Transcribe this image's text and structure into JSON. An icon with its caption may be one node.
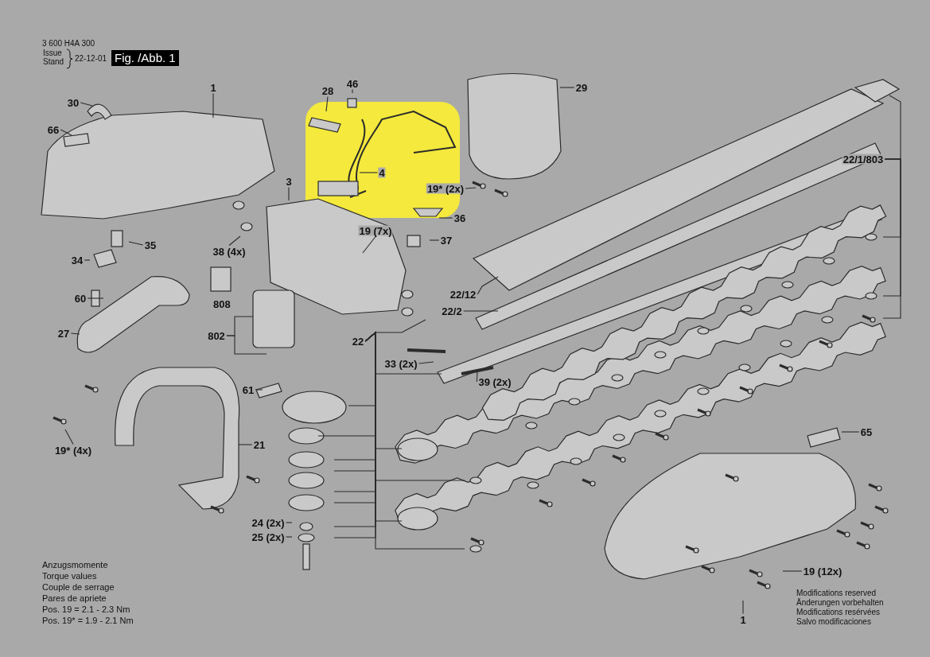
{
  "diagram": {
    "nodes": [
      {
        "text": [
          "30"
        ]
      },
      {
        "text": [
          "66"
        ]
      },
      {
        "text": [
          "1"
        ]
      },
      {
        "text": [
          "28"
        ]
      },
      {
        "text": [
          "46"
        ]
      },
      {
        "text": [
          "4"
        ]
      },
      {
        "text": [
          "29"
        ]
      },
      {
        "text": [
          "3"
        ]
      },
      {
        "text": [
          "19* (2x)"
        ]
      },
      {
        "text": [
          "36"
        ]
      },
      {
        "text": [
          "37"
        ]
      },
      {
        "text": [
          "22/1/803"
        ]
      },
      {
        "text": [
          "35"
        ]
      },
      {
        "text": [
          "38 (4x)"
        ]
      },
      {
        "text": [
          "19 (7x)"
        ]
      },
      {
        "text": [
          "34"
        ]
      },
      {
        "text": [
          "60"
        ]
      },
      {
        "text": [
          "802"
        ]
      },
      {
        "text": [
          "27"
        ]
      },
      {
        "text": [
          "22/12"
        ]
      },
      {
        "text": [
          "22/2"
        ]
      },
      {
        "text": [
          "22"
        ]
      },
      {
        "text": [
          "33 (2x)"
        ]
      },
      {
        "text": [
          "39 (2x)"
        ]
      },
      {
        "text": [
          "61"
        ]
      },
      {
        "text": [
          "21"
        ]
      },
      {
        "text": [
          "19* (4x)"
        ]
      },
      {
        "text": [
          "65"
        ]
      },
      {
        "text": [
          "24 (2x)"
        ]
      },
      {
        "text": [
          "25 (2x)"
        ]
      },
      {
        "text": [
          "19 (12x)"
        ]
      },
      {
        "text": [
          "1"
        ]
      }
    ],
    "edges": [
      {
        "from": 0,
        "to": null,
        "arrow": "none"
      },
      {
        "from": 1,
        "to": null,
        "arrow": "none"
      },
      {
        "from": 2,
        "to": null,
        "arrow": "none"
      },
      {
        "from": 3,
        "to": null,
        "arrow": "none"
      },
      {
        "from": 4,
        "to": null,
        "arrow": "none"
      },
      {
        "from": 5,
        "to": null,
        "arrow": "none"
      },
      {
        "from": 6,
        "to": null,
        "arrow": "none"
      },
      {
        "from": 7,
        "to": null,
        "arrow": "none"
      },
      {
        "from": 8,
        "to": null,
        "arrow": "none"
      },
      {
        "from": 9,
        "to": null,
        "arrow": "none"
      },
      {
        "from": 10,
        "to": null,
        "arrow": "none"
      },
      {
        "from": 11,
        "to": null,
        "arrow": "none"
      },
      {
        "from": 11,
        "to": null,
        "arrow": "none"
      },
      {
        "from": 11,
        "to": null,
        "arrow": "none"
      },
      {
        "from": 11,
        "to": null,
        "arrow": "none"
      },
      {
        "from": 12,
        "to": null,
        "arrow": "none"
      },
      {
        "from": 13,
        "to": null,
        "arrow": "none"
      },
      {
        "from": 14,
        "to": null,
        "arrow": "none"
      },
      {
        "from": 15,
        "to": null,
        "arrow": "none"
      },
      {
        "from": 16,
        "to": null,
        "arrow": "none"
      },
      {
        "from": 17,
        "to": null,
        "arrow": "none"
      },
      {
        "from": 17,
        "to": null,
        "arrow": "none"
      },
      {
        "from": 18,
        "to": null,
        "arrow": "none"
      },
      {
        "from": 19,
        "to": null,
        "arrow": "none"
      },
      {
        "from": 20,
        "to": null,
        "arrow": "none"
      },
      {
        "from": 21,
        "to": null,
        "arrow": "none"
      },
      {
        "from": 21,
        "to": null,
        "arrow": "none"
      },
      {
        "from": 21,
        "to": null,
        "arrow": "none"
      },
      {
        "from": 21,
        "to": null,
        "arrow": "none"
      },
      {
        "from": 21,
        "to": null,
        "arrow": "none"
      },
      {
        "from": 21,
        "to": null,
        "arrow": "none"
      },
      {
        "from": 21,
        "to": null,
        "arrow": "none"
      },
      {
        "from": 21,
        "to": null,
        "arrow": "none"
      },
      {
        "from": 21,
        "to": null,
        "arrow": "none"
      },
      {
        "from": 21,
        "to": null,
        "arrow": "none"
      },
      {
        "from": 21,
        "to": null,
        "arrow": "none"
      },
      {
        "from": 21,
        "to": null,
        "arrow": "none"
      },
      {
        "from": 21,
        "to": null,
        "arrow": "none"
      },
      {
        "from": 21,
        "to": null,
        "arrow": "none"
      },
      {
        "from": 22,
        "to": null,
        "arrow": "none"
      },
      {
        "from": 23,
        "to": null,
        "arrow": "none"
      },
      {
        "from": 24,
        "to": null,
        "arrow": "none"
      },
      {
        "from": 25,
        "to": null,
        "arrow": "none"
      },
      {
        "from": 26,
        "to": null,
        "arrow": "none"
      },
      {
        "from": 27,
        "to": null,
        "arrow": "none"
      },
      {
        "from": 28,
        "to": null,
        "arrow": "none"
      },
      {
        "from": 29,
        "to": null,
        "arrow": "none"
      },
      {
        "from": 30,
        "to": null,
        "arrow": "none"
      },
      {
        "from": 31,
        "to": null,
        "arrow": "none"
      }
    ],
    "labels": [
      "3 600 H4A 300",
      "Issue",
      "Stand",
      "22-12-01",
      "Fig. /Abb. 1",
      "808",
      "Anzugsmomente",
      "Torque values",
      "Couple de serrage",
      "Pares de apriete",
      "Pos. 19 = 2.1 - 2.3 Nm",
      "Pos. 19* = 1.9 - 2.1 Nm",
      "Modifications reserved",
      "Änderungen vorbehalten",
      "Modifications resérvées",
      "Salvo modificaciones"
    ]
  }
}
